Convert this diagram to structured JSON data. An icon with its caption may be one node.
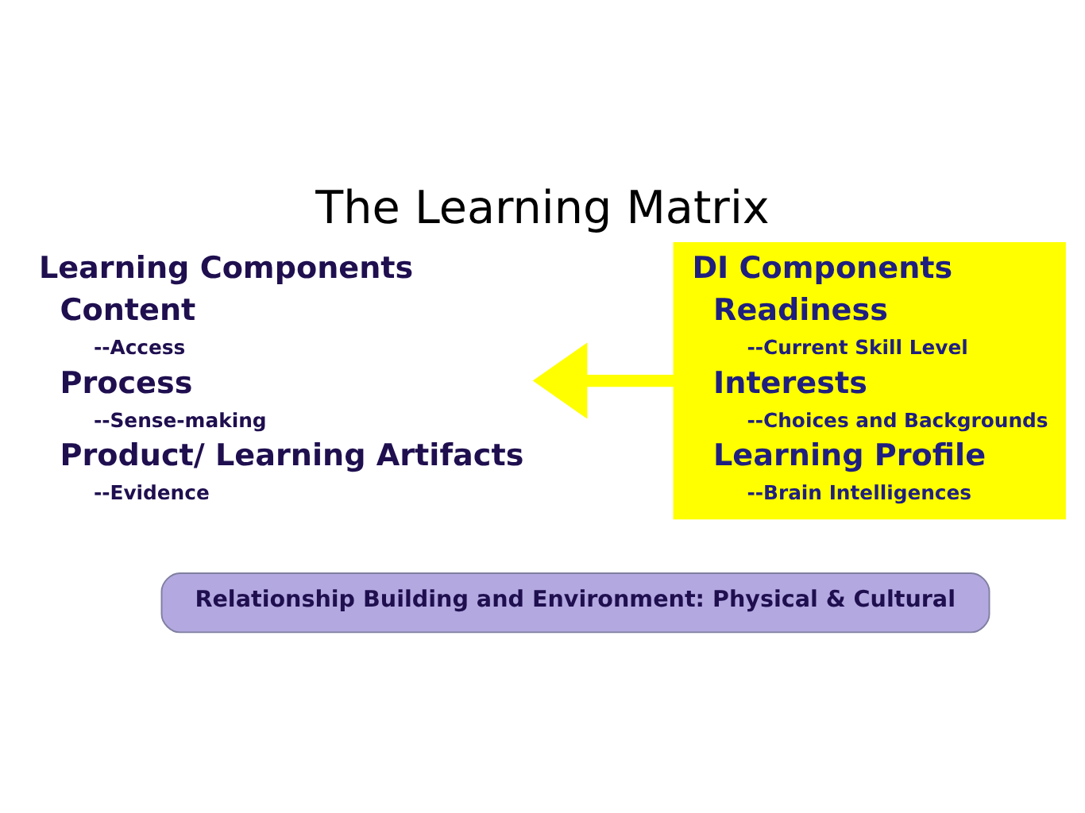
{
  "diagram": {
    "title": "The Learning Matrix",
    "nodes": [
      {
        "text": [
          "Learning Components",
          "Content",
          "--Access",
          "Process",
          "--Sense-making",
          "Product/ Learning Artifacts",
          "--Evidence"
        ]
      },
      {
        "text": [
          "DI Components",
          "Readiness",
          "--Current Skill Level",
          "Interests",
          "--Choices and Backgrounds",
          "Learning Profile",
          "--Brain Intelligences"
        ]
      },
      {
        "text": [
          "Relationship Building and Environment: Physical & Cultural"
        ]
      }
    ],
    "edges": [
      {
        "from": 1,
        "to": 0,
        "arrow": "to",
        "color": "#ffff00"
      }
    ]
  }
}
